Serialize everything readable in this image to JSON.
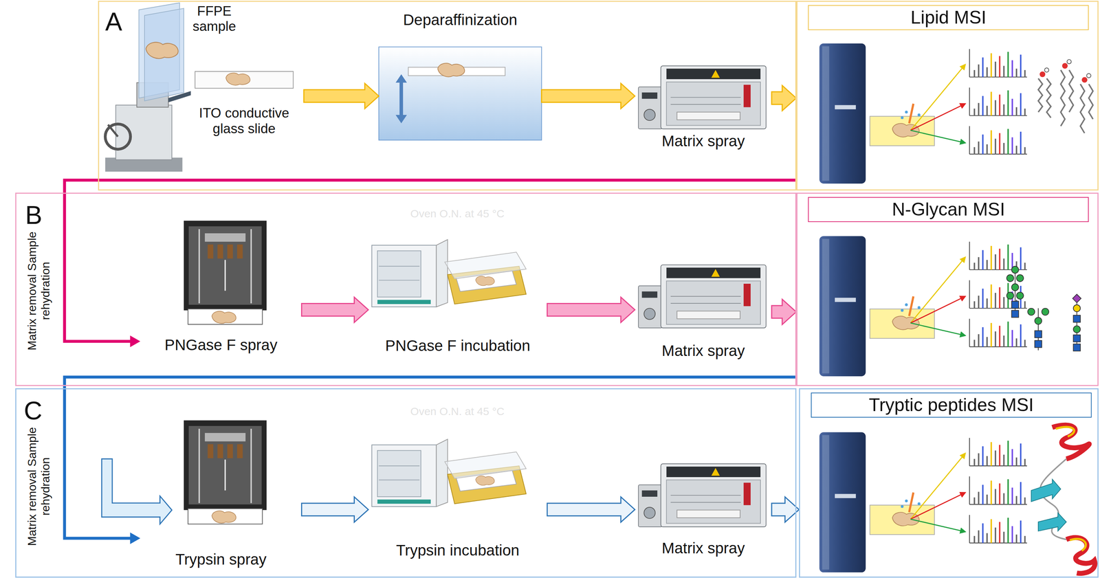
{
  "diagram": {
    "nodes": [
      {
        "text": [
          "A"
        ]
      },
      {
        "text": [
          "ITO conductive glass slide"
        ],
        "in": 0
      },
      {
        "text": [
          "Deparaffinization"
        ],
        "in": 0
      },
      {
        "text": [
          "Matrix spray"
        ],
        "in": 0
      },
      {
        "text": [
          "Lipid MSI"
        ]
      },
      {
        "text": [
          "B",
          "Matrix removal Sample rehydration"
        ]
      },
      {
        "text": [
          "PNGase F spray"
        ],
        "in": 5
      },
      {
        "text": [
          "PNGase F incubation"
        ],
        "in": 5
      },
      {
        "text": [
          "Matrix spray"
        ],
        "in": 5
      },
      {
        "text": [
          "N-Glycan MSI"
        ]
      },
      {
        "text": [
          "C",
          "Matrix removal Sample rehydration"
        ]
      },
      {
        "text": [
          "Trypsin spray"
        ],
        "in": 10
      },
      {
        "text": [
          "Trypsin incubation"
        ],
        "in": 10
      },
      {
        "text": [
          "Matrix spray"
        ],
        "in": 10
      },
      {
        "text": [
          "Tryptic peptides MSI"
        ]
      }
    ],
    "edges": [
      {
        "from": 1,
        "to": 2,
        "arrow": "to"
      },
      {
        "from": 2,
        "to": 3,
        "arrow": "to"
      },
      {
        "from": 3,
        "to": 4,
        "arrow": "to"
      },
      {
        "from": 4,
        "to": 6,
        "arrow": "to"
      },
      {
        "from": 6,
        "to": 7,
        "arrow": "to"
      },
      {
        "from": 7,
        "to": 8,
        "arrow": "to"
      },
      {
        "from": 8,
        "to": 9,
        "arrow": "to"
      },
      {
        "from": 9,
        "to": 11,
        "arrow": "to"
      },
      {
        "from": 11,
        "to": 12,
        "arrow": "to"
      },
      {
        "from": 12,
        "to": 13,
        "arrow": "to"
      },
      {
        "from": 13,
        "to": 14,
        "arrow": "to"
      }
    ],
    "labels": [
      "FFPE sample",
      "Oven O.N. at 45 °C",
      "Oven O.N. at 45 °C"
    ]
  }
}
